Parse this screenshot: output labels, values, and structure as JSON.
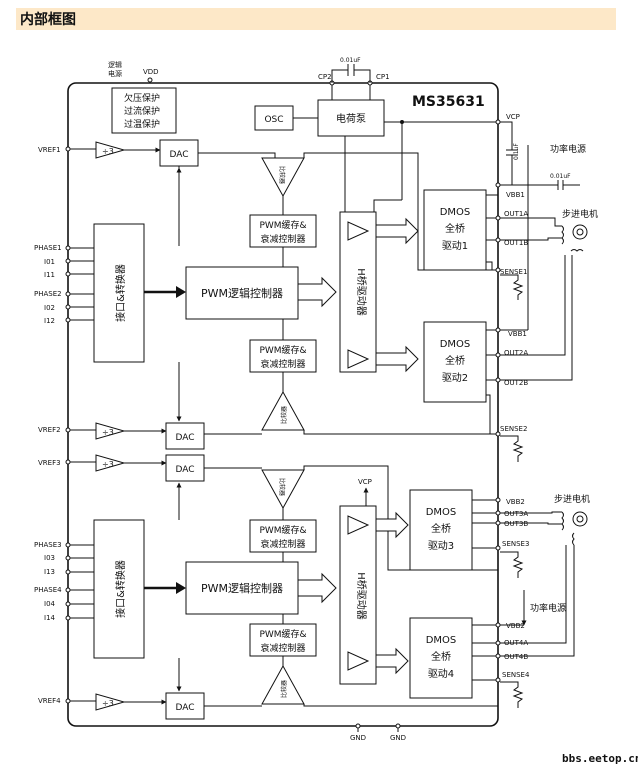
{
  "header": {
    "title": "内部框图"
  },
  "chip": {
    "name": "MS35631"
  },
  "supply": {
    "logic_label_1": "逻辑",
    "logic_label_2": "电源",
    "vdd": "VDD"
  },
  "protection": {
    "line1": "欠压保护",
    "line2": "过流保护",
    "line3": "过温保护"
  },
  "top_blocks": {
    "osc": "OSC",
    "charge_pump": "电荷泵",
    "cap_value": "0.01uF",
    "cp2": "CP2",
    "cp1": "CP1"
  },
  "external": {
    "vcp": "VCP",
    "cap_vcp": "0.1uF",
    "cap_vbb": "0.01uF",
    "power_supply": "功率电源",
    "stepper_motor": "步进电机"
  },
  "blocks": {
    "divide3": "÷3",
    "dac": "DAC",
    "interface": "接口&转换器",
    "pwm_logic": "PWM逻辑控制器",
    "pwm_buffer_1": "PWM缓存&",
    "pwm_buffer_2": "衰减控制器",
    "hbridge": "H桥驱动器",
    "comparator": "比较器",
    "dmos": "DMOS",
    "full_bridge": "全桥",
    "driver_1": "驱动1",
    "driver_2": "驱动2",
    "driver_3": "驱动3",
    "driver_4": "驱动4",
    "vcp_local": "VCP"
  },
  "left_pins": {
    "vref1": "VREF1",
    "phase1": "PHASE1",
    "i01": "I01",
    "i11": "I11",
    "phase2": "PHASE2",
    "i02": "I02",
    "i12": "I12",
    "vref2": "VREF2",
    "vref3": "VREF3",
    "phase3": "PHASE3",
    "i03": "I03",
    "i13": "I13",
    "phase4": "PHASE4",
    "i04": "I04",
    "i14": "I14",
    "vref4": "VREF4"
  },
  "right_pins": {
    "vcp": "VCP",
    "vbb1a": "VBB1",
    "out1a": "OUT1A",
    "out1b": "OUT1B",
    "sense1": "SENSE1",
    "vbb1b": "VBB1",
    "out2a": "OUT2A",
    "out2b": "OUT2B",
    "sense2": "SENSE2",
    "vbb2a": "VBB2",
    "out3a": "OUT3A",
    "out3b": "OUT3B",
    "sense3": "SENSE3",
    "vbb2b": "VBB2",
    "out4a": "OUT4A",
    "out4b": "OUT4B",
    "sense4": "SENSE4"
  },
  "bottom_pins": {
    "gnd1": "GND",
    "gnd2": "GND"
  },
  "watermark": "bbs.eetop.cn"
}
